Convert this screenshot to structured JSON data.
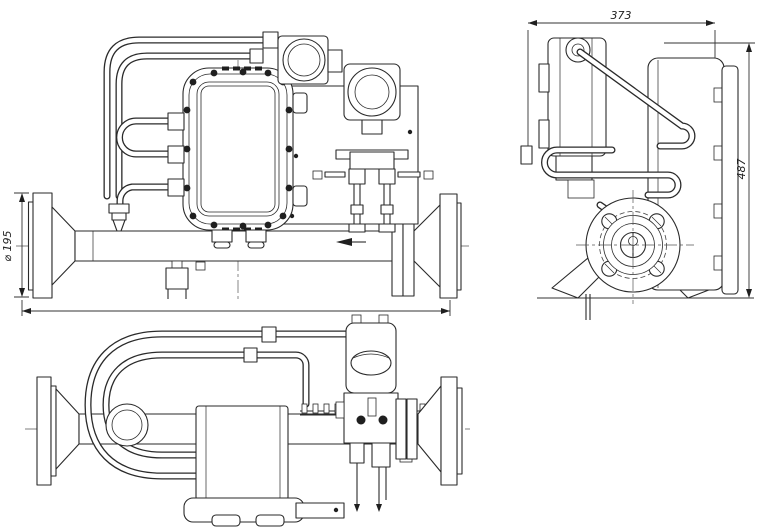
{
  "meta": {
    "background_color": "#ffffff",
    "line_color": "#2a2a2a"
  },
  "dimensions": {
    "side_view_width": "373",
    "side_view_height": "487",
    "flange_diameter": "⌀ 195"
  }
}
